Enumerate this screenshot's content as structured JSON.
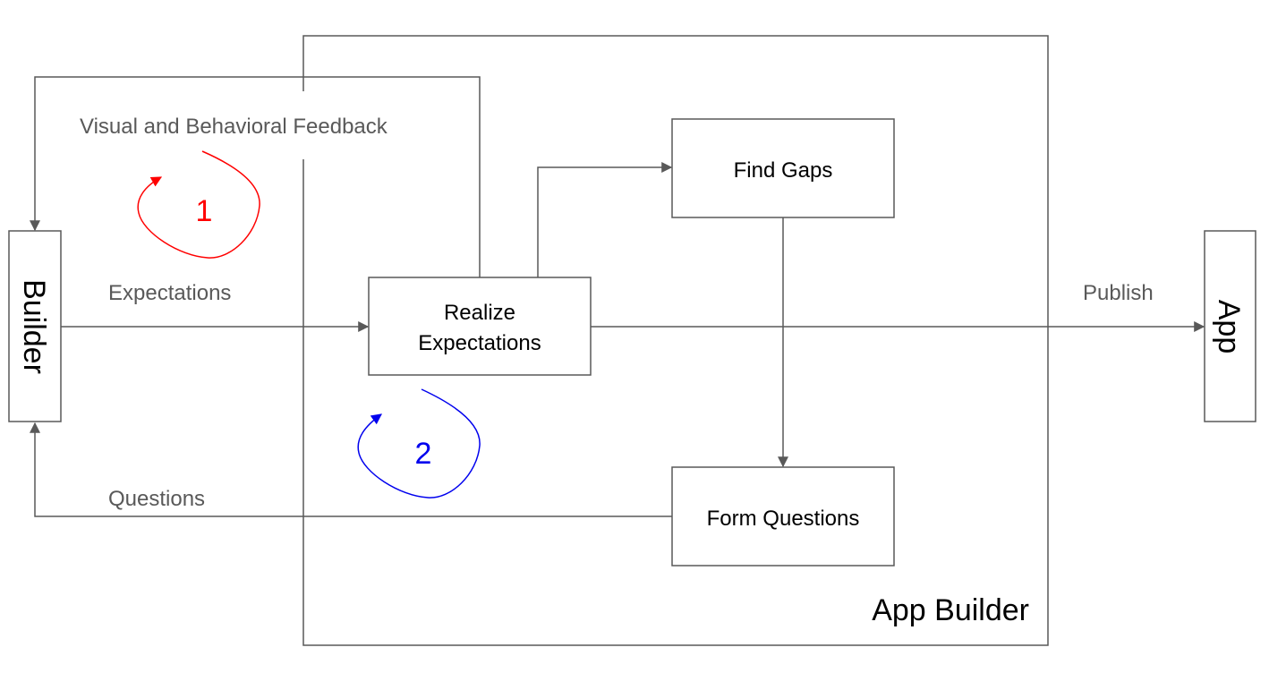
{
  "diagram": {
    "container_label": "App Builder",
    "nodes": {
      "builder": "Builder",
      "app": "App",
      "realize_line1": "Realize",
      "realize_line2": "Expectations",
      "find_gaps": "Find Gaps",
      "form_questions": "Form Questions"
    },
    "edges": {
      "feedback": "Visual and Behavioral Feedback",
      "expectations": "Expectations",
      "questions": "Questions",
      "publish": "Publish"
    },
    "loops": [
      {
        "number": "1",
        "color": "#ff0000"
      },
      {
        "number": "2",
        "color": "#0000ee"
      }
    ],
    "colors": {
      "line": "#595959",
      "label": "#595959",
      "text": "#000000"
    }
  }
}
